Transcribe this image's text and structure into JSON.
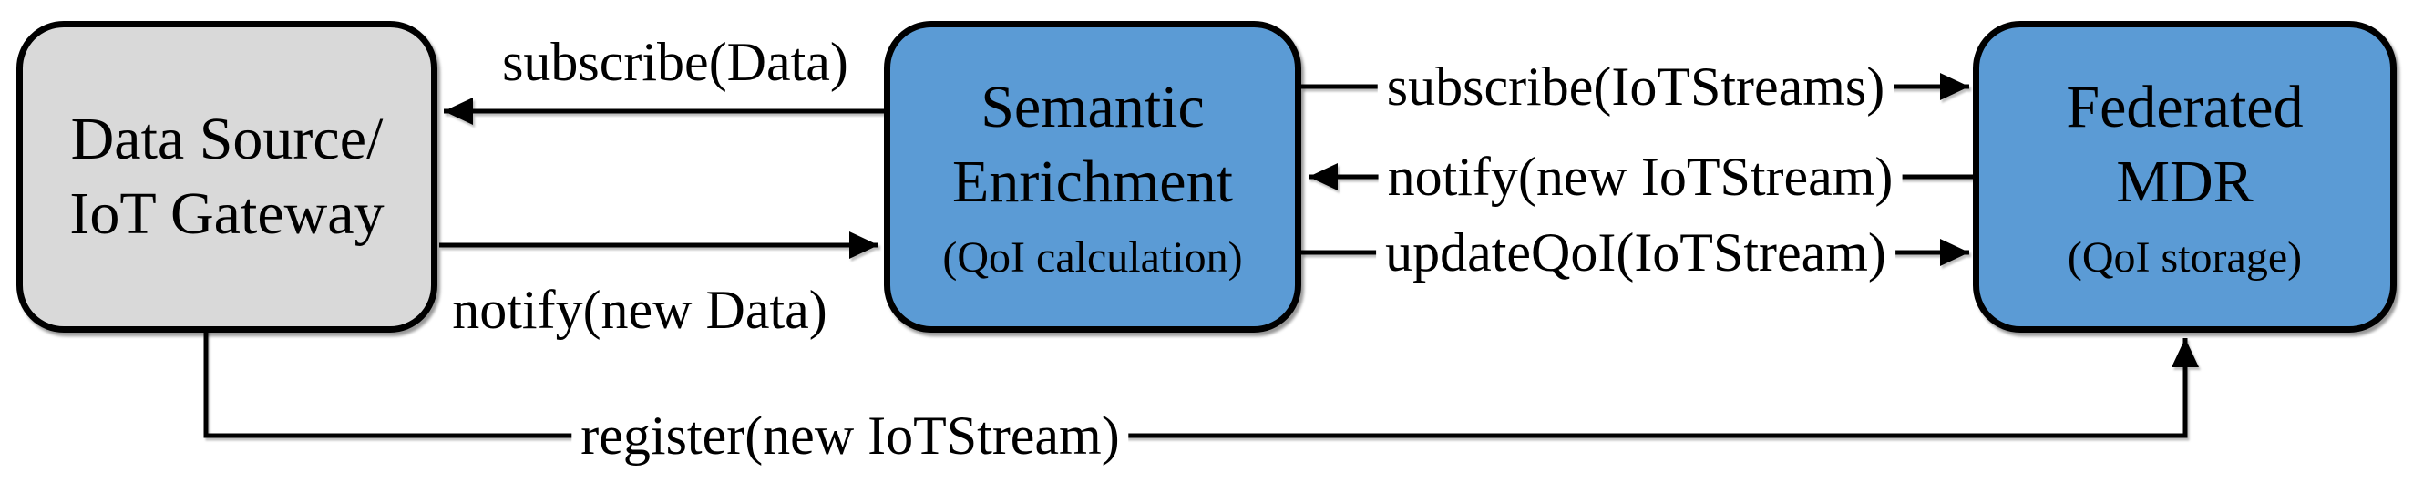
{
  "diagram": {
    "background": "#ffffff",
    "colors": {
      "node_blue": "#5b9bd5",
      "node_gray": "#d9d9d9",
      "node_border": "#000000",
      "arrow": "#000000",
      "text": "#000000"
    },
    "nodes": {
      "data_source": {
        "line1": "Data Source/",
        "line2": "IoT Gateway"
      },
      "semantic_enrichment": {
        "line1": "Semantic",
        "line2": "Enrichment",
        "subtitle": "(QoI calculation)"
      },
      "federated_mdr": {
        "line1": "Federated",
        "line2": "MDR",
        "subtitle": "(QoI storage)"
      }
    },
    "edges": {
      "subscribe_data": {
        "label": "subscribe(Data)",
        "from": "Semantic Enrichment",
        "to": "Data Source/IoT Gateway"
      },
      "notify_new_data": {
        "label": "notify(new Data)",
        "from": "Data Source/IoT Gateway",
        "to": "Semantic Enrichment"
      },
      "subscribe_iotstreams": {
        "label": "subscribe(IoTStreams)",
        "from": "Semantic Enrichment",
        "to": "Federated MDR"
      },
      "notify_new_iotstream": {
        "label": "notify(new IoTStream)",
        "from": "Federated MDR",
        "to": "Semantic Enrichment"
      },
      "updateqoi_iotstream": {
        "label": "updateQoI(IoTStream)",
        "from": "Semantic Enrichment",
        "to": "Federated MDR"
      },
      "register_new_iotstream": {
        "label": "register(new IoTStream)",
        "from": "Data Source/IoT Gateway",
        "to": "Federated MDR"
      }
    }
  }
}
